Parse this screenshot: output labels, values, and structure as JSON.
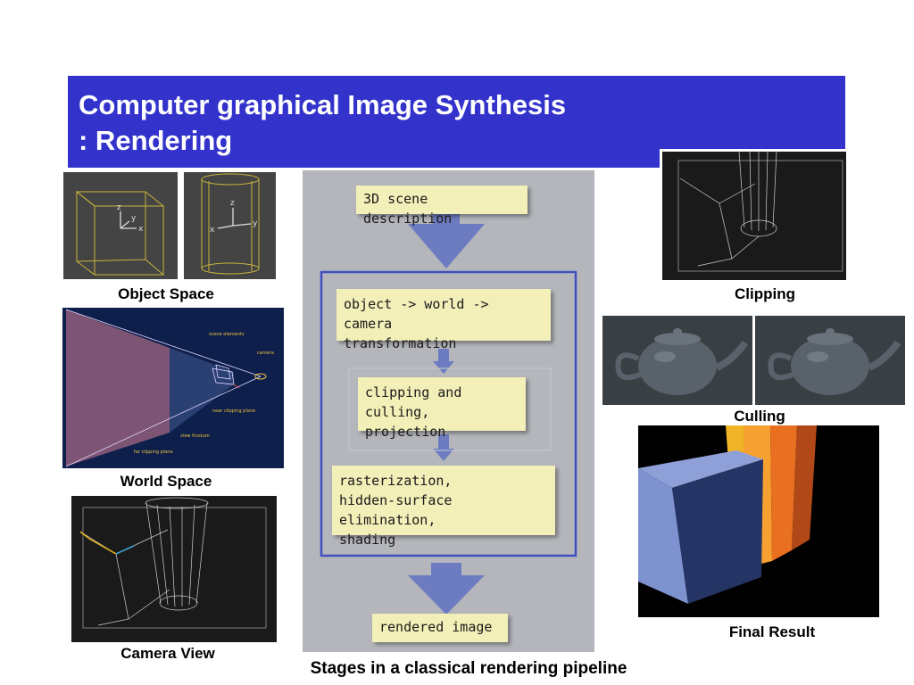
{
  "slide": {
    "title_line1": "Computer graphical Image Synthesis",
    "title_line2": ": Rendering",
    "accent_color": "#3333cc"
  },
  "captions": {
    "object_space": "Object Space",
    "world_space": "World Space",
    "camera_view": "Camera View",
    "clipping": "Clipping",
    "culling": "Culling",
    "final_result": "Final Result",
    "pipeline": "Stages in a classical rendering pipeline"
  },
  "pipeline": {
    "stage1": "3D scene description",
    "stage2_l1": "object -> world -> camera",
    "stage2_l2": "transformation",
    "stage3_l1": "clipping and culling,",
    "stage3_l2": "projection",
    "stage4_l1": "rasterization,",
    "stage4_l2": "hidden-surface elimination,",
    "stage4_l3": "shading",
    "stage5": "rendered image"
  },
  "world_space_labels": {
    "scene_elements": "scene elements",
    "camera": "camera",
    "near_clipping_plane": "near clipping plane",
    "view_frustum": "view frustum",
    "far_clipping_plane": "far clipping plane"
  },
  "axis_labels": {
    "z": "z",
    "y": "y",
    "x": "x"
  }
}
